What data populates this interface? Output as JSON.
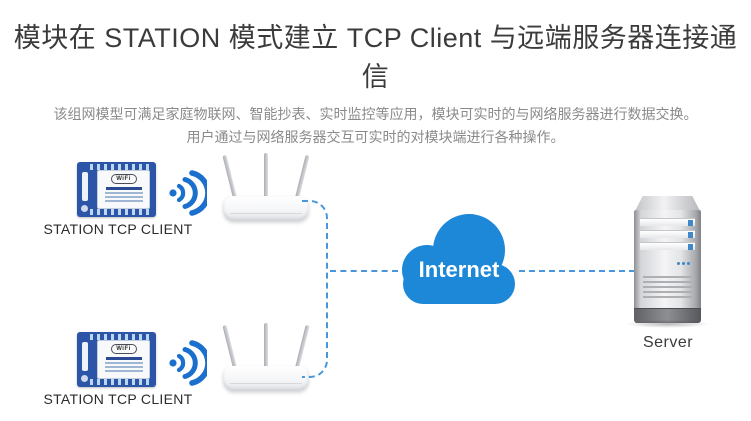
{
  "header": {
    "title": "模块在 STATION 模式建立 TCP Client 与远端服务器连接通信",
    "subtitle_line1": "该组网模型可满足家庭物联网、智能抄表、实时监控等应用，模块可实时的与网络服务器进行数据交换。",
    "subtitle_line2": "用户通过与网络服务器交互可实时的对模块端进行各种操作。"
  },
  "diagram": {
    "top_client": {
      "label": "STATION TCP CLIENT",
      "module_badge": "WiFi"
    },
    "bottom_client": {
      "label": "STATION TCP CLIENT",
      "module_badge": "WiFi"
    },
    "cloud_label": "Internet",
    "server_label": "Server",
    "colors": {
      "link_dash_blue": "#4a96dc",
      "cloud_blue": "#1d87d8",
      "wifi_icon_blue": "#1a70cc",
      "module_pcb_blue": "#2d55a7",
      "title_text": "#3b3b3b",
      "subtitle_text": "#8a8a8a",
      "label_text": "#2b2b2b"
    }
  }
}
